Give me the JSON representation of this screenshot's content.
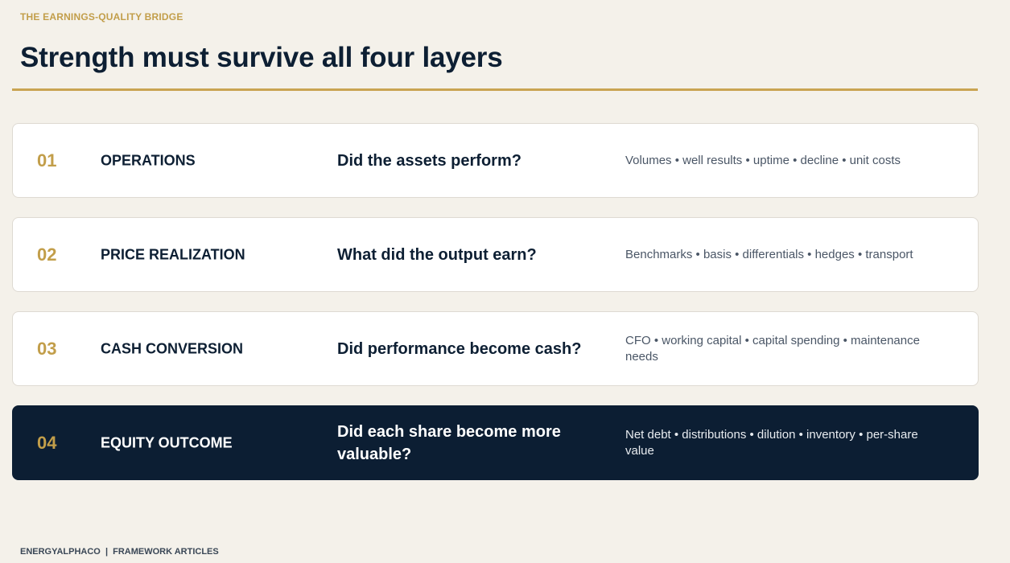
{
  "header": {
    "eyebrow": "THE EARNINGS-QUALITY BRIDGE",
    "title": "Strength must survive all four layers"
  },
  "colors": {
    "background": "#f4f1ea",
    "accent_gold": "#c29e4a",
    "navy": "#0c1e33",
    "card": "#ffffff"
  },
  "layers": [
    {
      "number": "01",
      "name": "OPERATIONS",
      "question": "Did the assets perform?",
      "details": "Volumes • well results • uptime • decline • unit costs",
      "highlighted": false
    },
    {
      "number": "02",
      "name": "PRICE REALIZATION",
      "question": "What did the output earn?",
      "details": "Benchmarks • basis • differentials • hedges • transport",
      "highlighted": false
    },
    {
      "number": "03",
      "name": "CASH CONVERSION",
      "question": "Did performance become cash?",
      "details": "CFO • working capital • capital spending • maintenance needs",
      "highlighted": false
    },
    {
      "number": "04",
      "name": "EQUITY OUTCOME",
      "question": "Did each share become more valuable?",
      "details": "Net debt • distributions • dilution • inventory • per-share value",
      "highlighted": true
    }
  ],
  "footer": {
    "text": "ENERGYALPHACO  |  FRAMEWORK ARTICLES"
  }
}
